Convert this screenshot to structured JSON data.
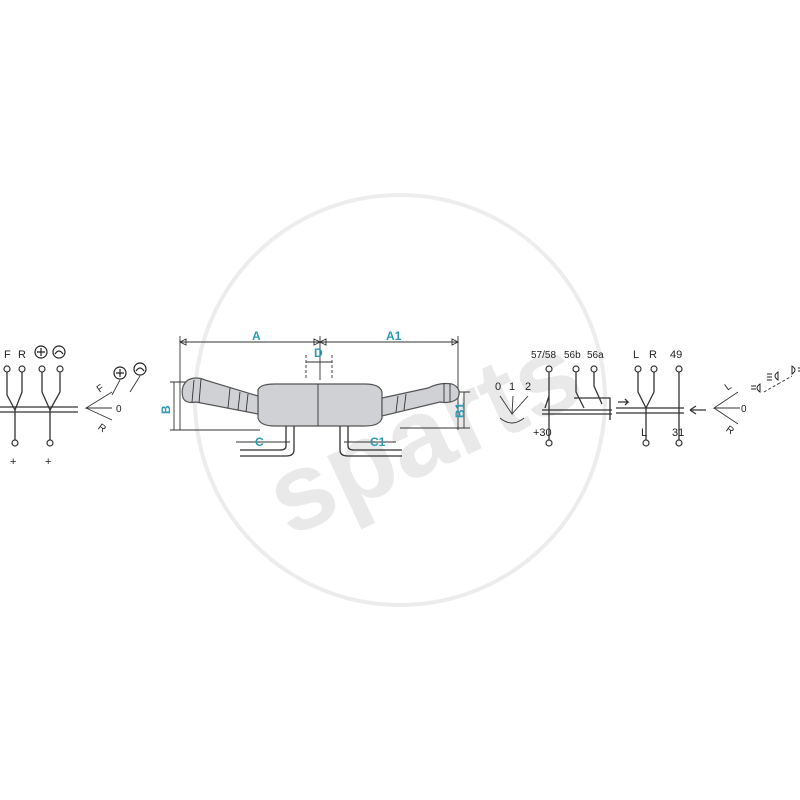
{
  "watermark": {
    "text": "sparts"
  },
  "left_diagram": {
    "terminals_top": [
      "F",
      "R"
    ],
    "terminals_bottom": [
      "+",
      "+"
    ],
    "positions": [
      "F",
      "0",
      "R"
    ]
  },
  "center_drawing": {
    "dimensions": [
      "A",
      "A1",
      "B",
      "B1",
      "C",
      "C1",
      "D"
    ]
  },
  "right_diagram": {
    "positions": [
      "0",
      "1",
      "2"
    ],
    "terminals_top": [
      "57/58",
      "56b",
      "56a",
      "L",
      "R",
      "49"
    ],
    "terminals_bottom": [
      "+30",
      "L",
      "31"
    ],
    "turn_positions": [
      "L",
      "0",
      "R"
    ]
  }
}
